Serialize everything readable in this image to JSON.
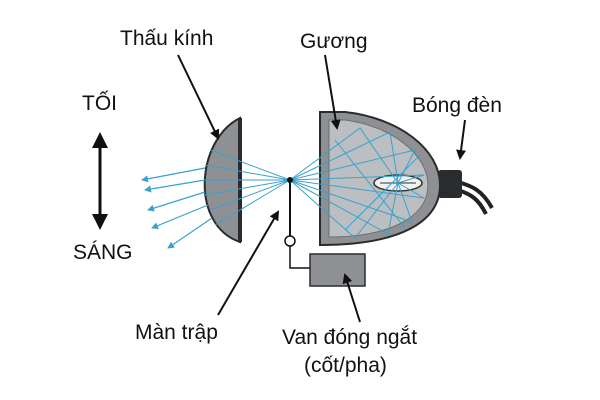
{
  "labels": {
    "lens": "Thấu kính",
    "mirror": "Gương",
    "bulb": "Bóng đèn",
    "dark": "TỐI",
    "bright": "SÁNG",
    "shutter": "Màn trập",
    "valve_line1": "Van đóng ngắt",
    "valve_line2": "(cốt/pha)"
  },
  "colors": {
    "metal": "#8e9093",
    "metal_dark": "#2a2b2d",
    "light_ray": "#3aa2cf",
    "arrow": "#111111"
  }
}
